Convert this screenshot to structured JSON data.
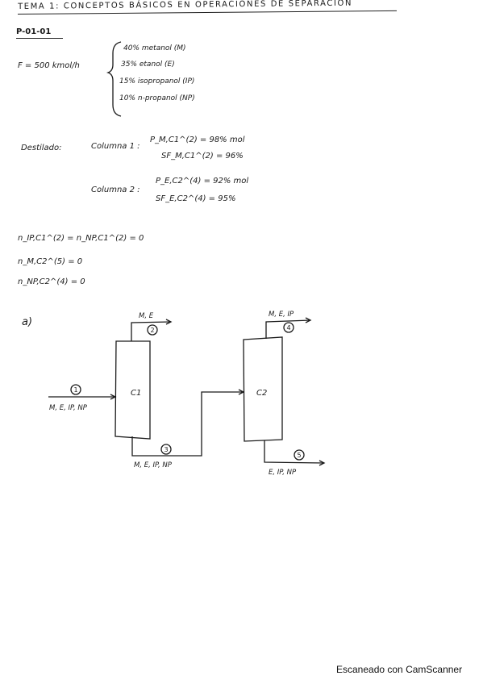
{
  "header": {
    "title": "TEMA 1: CONCEPTOS BÁSICOS EN OPERACIONES DE SEPARACIÓN",
    "problem_id": "P-01-01"
  },
  "feed": {
    "label": "F = 500 kmol/h",
    "components": [
      "40% metanol (M)",
      "35% etanol (E)",
      "15% isopropanol (IP)",
      "10% n-propanol (NP)"
    ]
  },
  "distillate": {
    "label": "Destilado:",
    "column1": {
      "label": "Columna 1 :",
      "purity": "P_M,C1^(2) = 98% mol",
      "recovery": "SF_M,C1^(2) = 96%"
    },
    "column2": {
      "label": "Columna 2 :",
      "purity": "P_E,C2^(4) = 92% mol",
      "recovery": "SF_E,C2^(4) = 95%"
    }
  },
  "conditions": [
    "n_IP,C1^(2) = n_NP,C1^(2) = 0",
    "n_M,C2^(5) = 0",
    "n_NP,C2^(4) = 0"
  ],
  "diagram": {
    "part_label": "a)",
    "column1_label": "C1",
    "column2_label": "C2",
    "streams": [
      {
        "number": "1",
        "components": "M, E, IP, NP"
      },
      {
        "number": "2",
        "components": "M, E"
      },
      {
        "number": "3",
        "components": "M, E, IP, NP"
      },
      {
        "number": "4",
        "components": "M, E, IP"
      },
      {
        "number": "5",
        "components": "E, IP, NP"
      }
    ]
  },
  "footer": {
    "scanner_text": "Escaneado con CamScanner"
  }
}
